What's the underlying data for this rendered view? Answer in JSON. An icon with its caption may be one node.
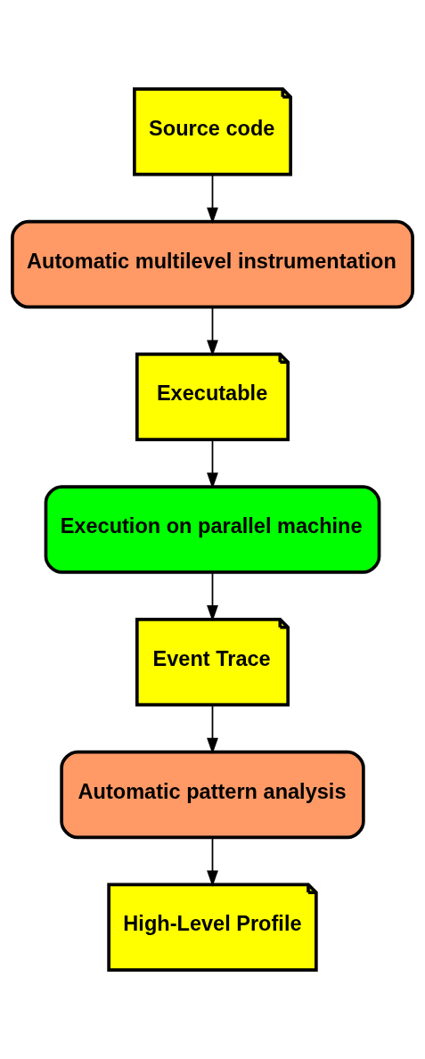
{
  "diagram": {
    "nodes": [
      {
        "text": [
          "Source code"
        ]
      },
      {
        "text": [
          "Automatic multilevel instrumentation"
        ]
      },
      {
        "text": [
          "Executable"
        ]
      },
      {
        "text": [
          "Execution on parallel machine"
        ]
      },
      {
        "text": [
          "Event Trace"
        ]
      },
      {
        "text": [
          "Automatic pattern analysis"
        ]
      },
      {
        "text": [
          "High-Level Profile"
        ]
      }
    ],
    "edges": [
      {
        "from": 0,
        "to": 1,
        "arrow": "to"
      },
      {
        "from": 1,
        "to": 2,
        "arrow": "to"
      },
      {
        "from": 2,
        "to": 3,
        "arrow": "to"
      },
      {
        "from": 3,
        "to": 4,
        "arrow": "to"
      },
      {
        "from": 4,
        "to": 5,
        "arrow": "to"
      },
      {
        "from": 5,
        "to": 6,
        "arrow": "to"
      }
    ]
  }
}
